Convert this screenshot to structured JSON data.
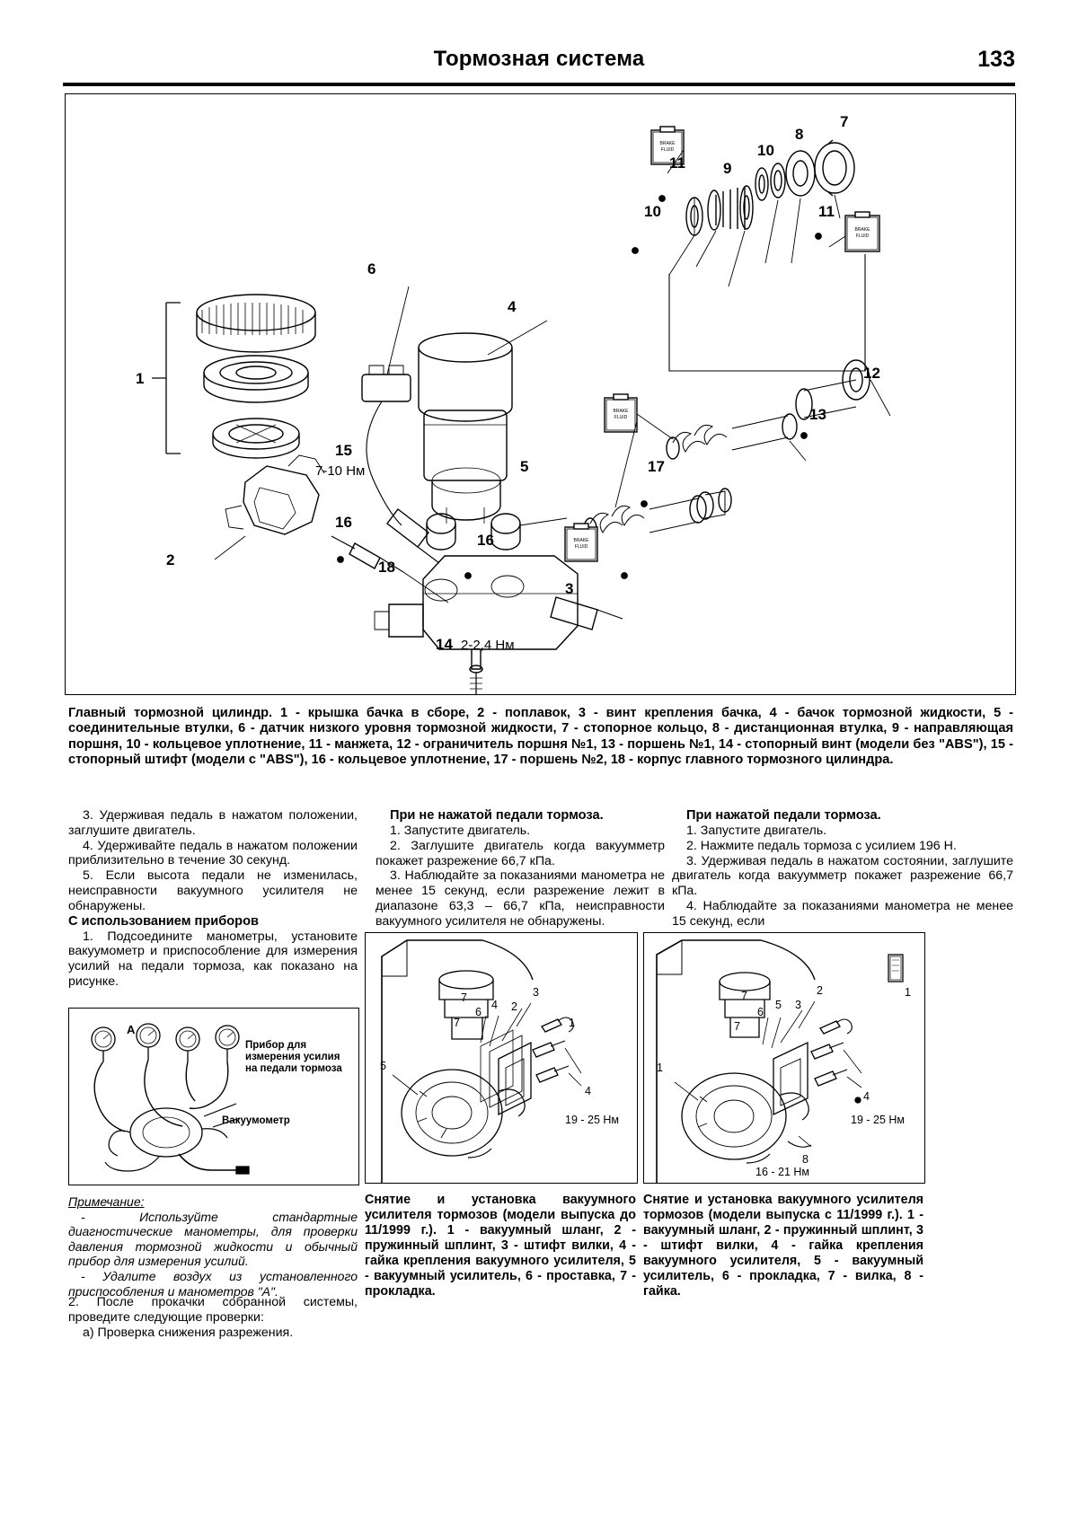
{
  "header": {
    "title": "Тормозная система",
    "page_number": "133"
  },
  "main_figure": {
    "caption": "Главный тормозной цилиндр. 1 - крышка бачка в сборе, 2 - поплавок, 3 - винт крепления бачка, 4 - бачок тормозной жидкости, 5 - соединительные втулки, 6 - датчик низкого уровня тормозной жидкости, 7 - стопорное кольцо, 8 - дистанционная втулка, 9 - направляющая поршня, 10 - кольцевое уплотнение, 11 - манжета, 12 - ограничитель поршня №1, 13 - поршень №1, 14 - стопорный винт (модели без \"ABS\"), 15 - стопорный штифт (модели с \"ABS\"), 16 - кольцевое уплотнение, 17 - поршень №2, 18 - корпус главного тормозного цилиндра.",
    "callouts": [
      "1",
      "2",
      "3",
      "4",
      "5",
      "6",
      "7",
      "8",
      "9",
      "10",
      "10",
      "11",
      "11",
      "12",
      "13",
      "14",
      "15",
      "16",
      "16",
      "17",
      "18"
    ],
    "torque_labels": [
      "7-10 Нм",
      "2-2,4 Нм"
    ],
    "grease_note": "BRAKE FLUID"
  },
  "columns": {
    "col1": {
      "items": [
        "3. Удерживая педаль в нажатом положении, заглушите двигатель.",
        "4. Удерживайте педаль в нажатом положении приблизительно в течение 30 секунд.",
        "5. Если высота педали не изменилась, неисправности вакуумного усилителя не обнаружены."
      ],
      "subheading": "С использованием приборов",
      "items2": [
        "1. Подсоедините манометры, установите вакуумометр и приспособление для измерения усилий на педали тормоза, как показано на рисунке."
      ]
    },
    "col2": {
      "heading": "При не нажатой педали тормоза.",
      "items": [
        "1. Запустите двигатель.",
        "2. Заглушите двигатель когда вакуумметр покажет разрежение 66,7 кПа.",
        "3. Наблюдайте за показаниями манометра не менее 15 секунд, если разрежение лежит в диапазоне 63,3 – 66,7 кПа, неисправности вакуумного усилителя не обнаружены."
      ]
    },
    "col3": {
      "heading": "При нажатой педали тормоза.",
      "items": [
        "1. Запустите двигатель.",
        "2. Нажмите педаль тормоза с усилием 196 Н.",
        "3. Удерживая педаль в нажатом состоянии, заглушите двигатель когда вакуумметр покажет разрежение 66,7 кПа.",
        "4. Наблюдайте за показаниями манометра не менее 15 секунд, если"
      ]
    }
  },
  "inset_figure": {
    "label_a": "A",
    "label_device": "Прибор для измерения усилия на педали тормоза",
    "label_vacuum": "Вакуумометр"
  },
  "note": {
    "title": "Примечание:",
    "items": [
      "- Используйте стандартные диагностические манометры, для проверки давления тормозной жидкости и обычный прибор для измерения усилий.",
      "- Удалите воздух из установленного приспособления и манометров \"А\"."
    ]
  },
  "after_note": {
    "items": [
      "2. После прокачки собранной системы, проведите следующие проверки:",
      "а) Проверка снижения разрежения."
    ]
  },
  "bottom_left_figure": {
    "caption": "Снятие и установка вакуумного усилителя тормозов (модели выпуска до 11/1999 г.). 1 - вакуумный шланг, 2 - пружинный шплинт, 3 - штифт вилки, 4 - гайка крепления вакуумного усилителя, 5 - вакуумный усилитель, 6 - проставка, 7 - прокладка.",
    "callouts": [
      "1",
      "2",
      "3",
      "4",
      "5",
      "6",
      "7"
    ],
    "torque": "19 - 25 Нм"
  },
  "bottom_right_figure": {
    "caption": "Снятие и установка вакуумного усилителя тормозов (модели выпуска с 11/1999 г.). 1 - вакуумный шланг, 2 - пружинный шплинт, 3 - штифт вилки, 4 - гайка крепления вакуумного усилителя, 5 - вакуумный усилитель, 6 - прокладка, 7 - вилка, 8 - гайка.",
    "callouts": [
      "1",
      "2",
      "3",
      "4",
      "5",
      "6",
      "7",
      "8"
    ],
    "torque": [
      "19 - 25 Нм",
      "16 - 21 Нм"
    ]
  }
}
